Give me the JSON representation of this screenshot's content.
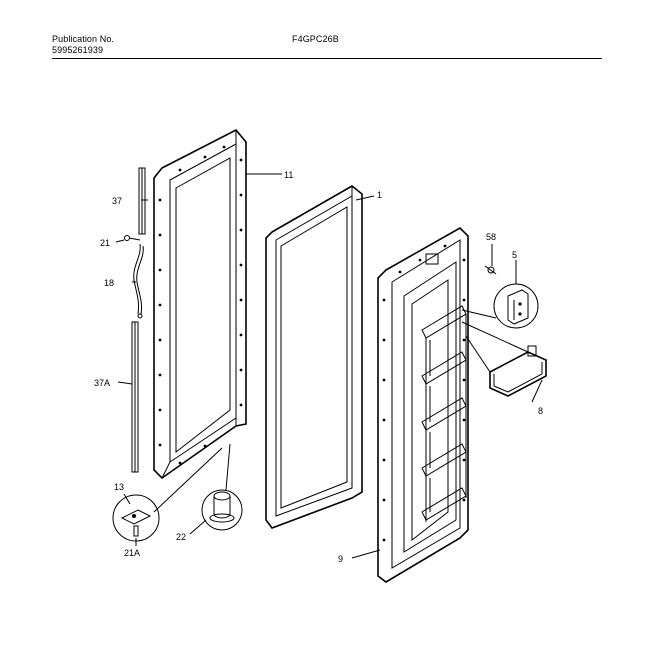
{
  "header": {
    "publication_label": "Publication No.",
    "publication_number": "5995261939",
    "model_number": "F4GPC26B"
  },
  "callouts": {
    "c1": "1",
    "c5": "5",
    "c8": "8",
    "c9": "9",
    "c11": "11",
    "c13": "13",
    "c18": "18",
    "c21": "21",
    "c21a": "21A",
    "c22": "22",
    "c37": "37",
    "c37a": "37A",
    "c58": "58"
  }
}
